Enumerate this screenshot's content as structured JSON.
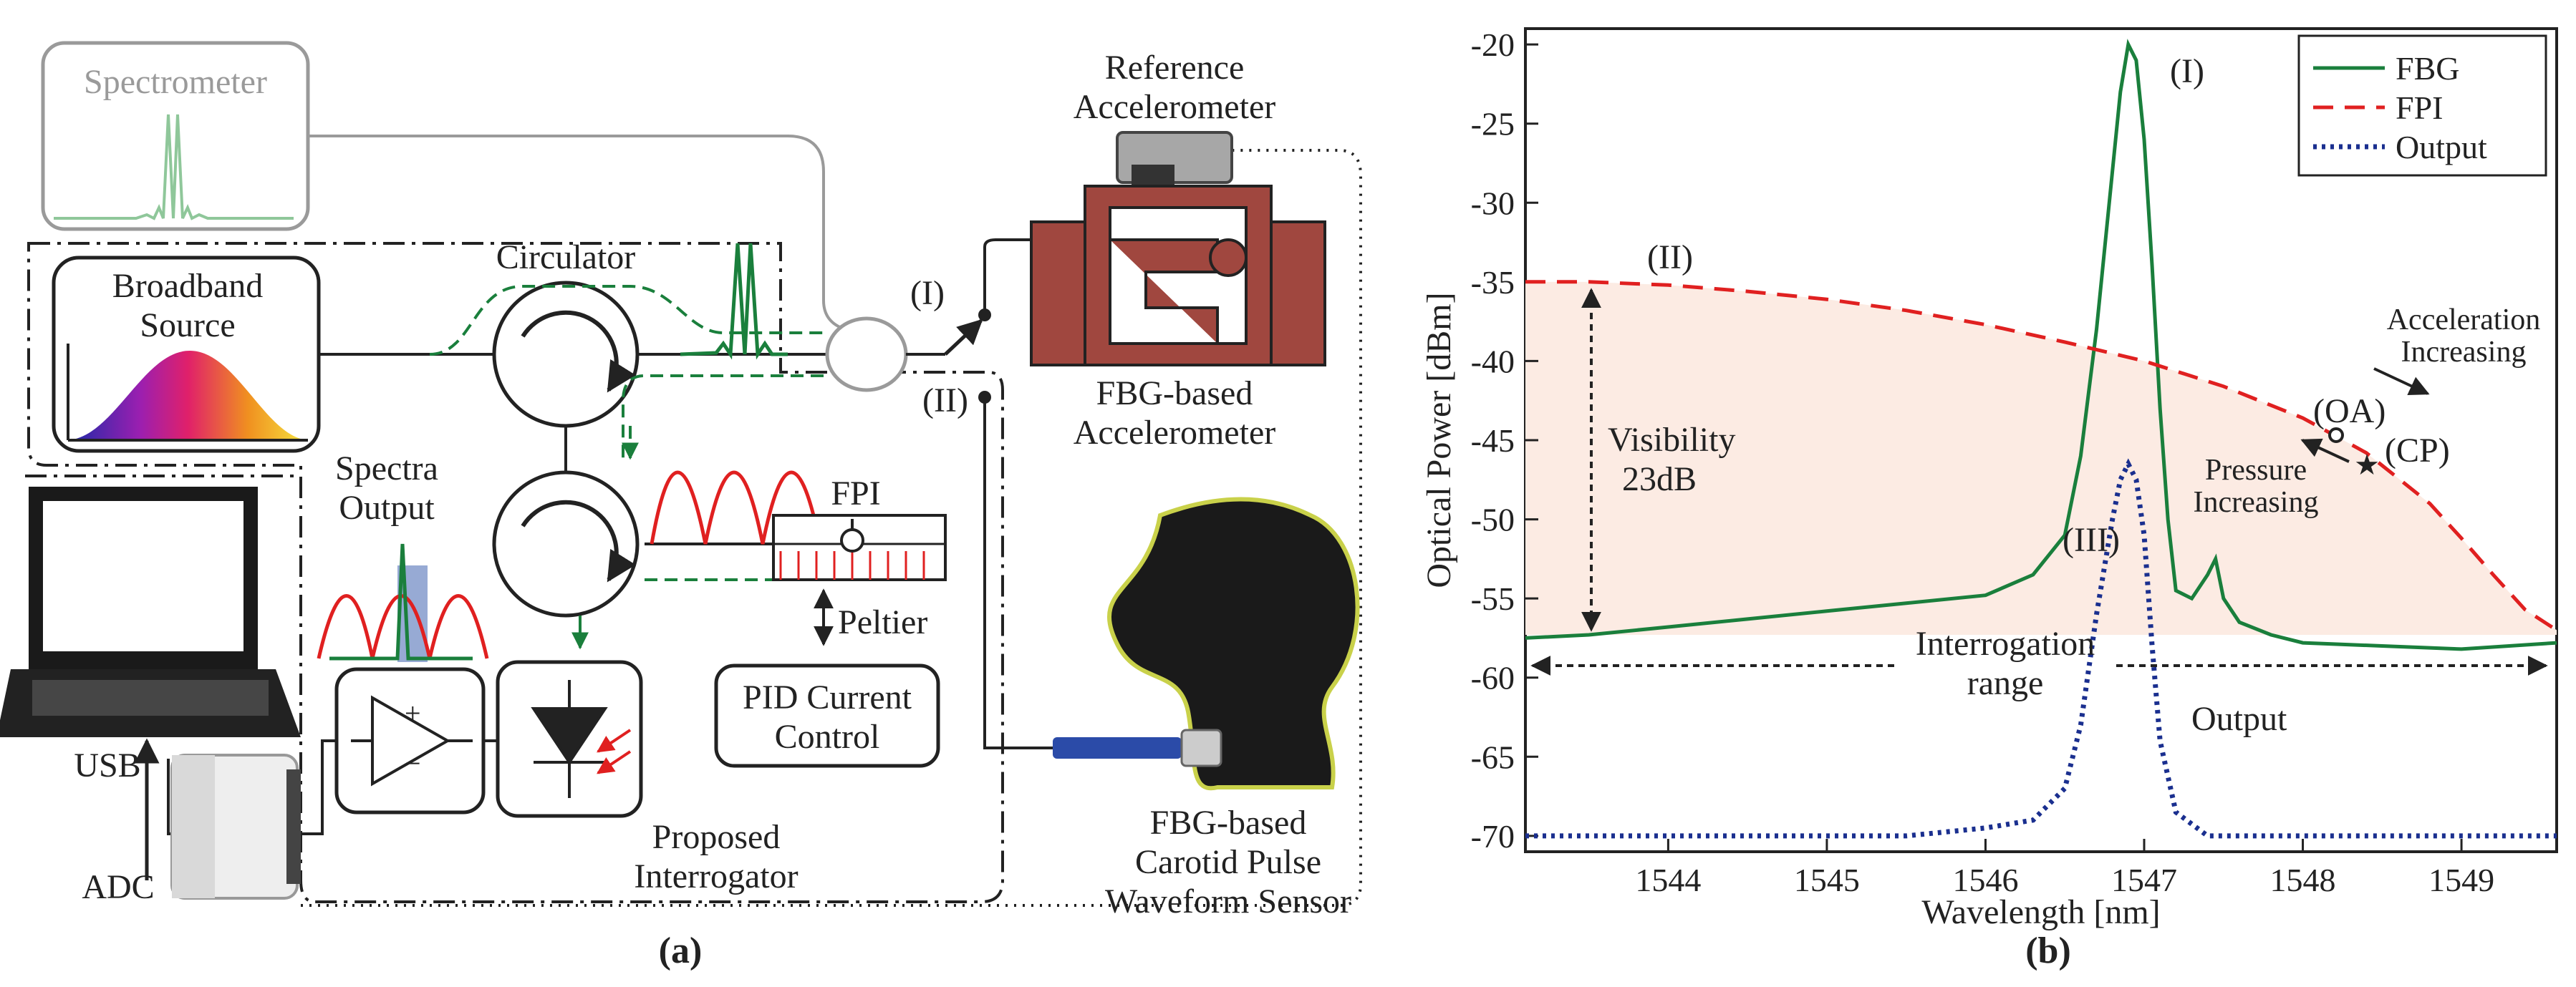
{
  "panel_a": {
    "caption": "(a)",
    "spectrometer_label": "Spectrometer",
    "broadband_source_label": [
      "Broadband",
      "Source"
    ],
    "circulator_label": "Circulator",
    "spectra_output_label": [
      "Spectra",
      "Output"
    ],
    "fpi_label": "FPI",
    "peltier_label": "Peltier",
    "pid_label": [
      "PID Current",
      "Control"
    ],
    "reference_accelerometer_label": [
      "Reference",
      "Accelerometer"
    ],
    "fbg_accelerometer_label": [
      "FBG-based",
      "Accelerometer"
    ],
    "carotid_sensor_label": [
      "FBG-based",
      "Carotid Pulse",
      "Waveform Sensor"
    ],
    "proposed_interrogator_label": [
      "Proposed",
      "Interrogator"
    ],
    "usb_label": "USB",
    "adc_label": "ADC",
    "switch_label_1": "(I)",
    "switch_label_2": "(II)",
    "colors": {
      "fbg_green": "#1a7f3c",
      "fpi_red": "#e02020",
      "accelerometer_brown": "#a0473f",
      "spectrometer_gray": "#9a9a9a"
    }
  },
  "panel_b": {
    "caption": "(b)",
    "annotations": {
      "label_I": "(I)",
      "label_II": "(II)",
      "label_III": "(III)",
      "visibility": [
        "Visibility",
        "23dB"
      ],
      "interrogation_range": [
        "Interrogation",
        "range"
      ],
      "output": "Output",
      "acceleration_increasing": [
        "Acceleration",
        "Increasing"
      ],
      "pressure_increasing": [
        "Pressure",
        "Increasing"
      ],
      "oa": "(OA)",
      "cp": "(CP)"
    }
  },
  "chart_data": {
    "type": "line",
    "title": "",
    "xlabel": "Wavelength [nm]",
    "ylabel": "Optical Power [dBm]",
    "xlim": [
      1543.1,
      1549.6
    ],
    "ylim": [
      -71,
      -19
    ],
    "xticks": [
      1544,
      1545,
      1546,
      1547,
      1548,
      1549
    ],
    "yticks": [
      -20,
      -25,
      -30,
      -35,
      -40,
      -45,
      -50,
      -55,
      -60,
      -65,
      -70
    ],
    "legend_position": "top-right",
    "series": [
      {
        "name": "FBG",
        "style": "solid",
        "color": "#1a7f3c",
        "x": [
          1543.1,
          1543.5,
          1544.0,
          1544.5,
          1545.0,
          1545.5,
          1546.0,
          1546.3,
          1546.5,
          1546.6,
          1546.7,
          1546.8,
          1546.85,
          1546.9,
          1546.95,
          1547.0,
          1547.05,
          1547.1,
          1547.15,
          1547.2,
          1547.3,
          1547.4,
          1547.45,
          1547.5,
          1547.6,
          1547.8,
          1548.0,
          1548.5,
          1549.0,
          1549.6
        ],
        "y": [
          -57.5,
          -57.3,
          -56.8,
          -56.3,
          -55.8,
          -55.3,
          -54.8,
          -53.5,
          -51.0,
          -46.0,
          -38.0,
          -28.0,
          -23.0,
          -20.0,
          -21.0,
          -26.0,
          -34.0,
          -43.0,
          -50.0,
          -54.5,
          -55.0,
          -53.5,
          -52.5,
          -55.0,
          -56.5,
          -57.3,
          -57.8,
          -58.0,
          -58.2,
          -57.8
        ]
      },
      {
        "name": "FPI",
        "style": "dashed",
        "color": "#e02020",
        "x": [
          1543.1,
          1543.5,
          1544.0,
          1544.5,
          1545.0,
          1545.5,
          1546.0,
          1546.5,
          1547.0,
          1547.5,
          1548.0,
          1548.4,
          1548.8,
          1549.0,
          1549.2,
          1549.4,
          1549.6
        ],
        "y": [
          -35.0,
          -35.0,
          -35.2,
          -35.6,
          -36.1,
          -36.8,
          -37.7,
          -38.8,
          -40.0,
          -41.6,
          -43.6,
          -45.8,
          -49.0,
          -51.2,
          -53.5,
          -55.7,
          -57.0
        ]
      },
      {
        "name": "Output",
        "style": "dotted",
        "color": "#1a2f8f",
        "x": [
          1543.1,
          1543.5,
          1544.0,
          1544.5,
          1545.0,
          1545.5,
          1546.0,
          1546.3,
          1546.5,
          1546.6,
          1546.7,
          1546.8,
          1546.85,
          1546.9,
          1546.95,
          1547.0,
          1547.05,
          1547.1,
          1547.2,
          1547.4,
          1548.0,
          1548.5,
          1549.0,
          1549.6
        ],
        "y": [
          -70.0,
          -70.0,
          -70.0,
          -70.0,
          -70.0,
          -70.0,
          -69.5,
          -69.0,
          -67.0,
          -63.0,
          -56.0,
          -50.0,
          -47.5,
          -46.5,
          -47.5,
          -51.0,
          -58.0,
          -64.0,
          -68.5,
          -70.0,
          -70.0,
          -70.0,
          -70.0,
          -70.0
        ]
      }
    ]
  }
}
